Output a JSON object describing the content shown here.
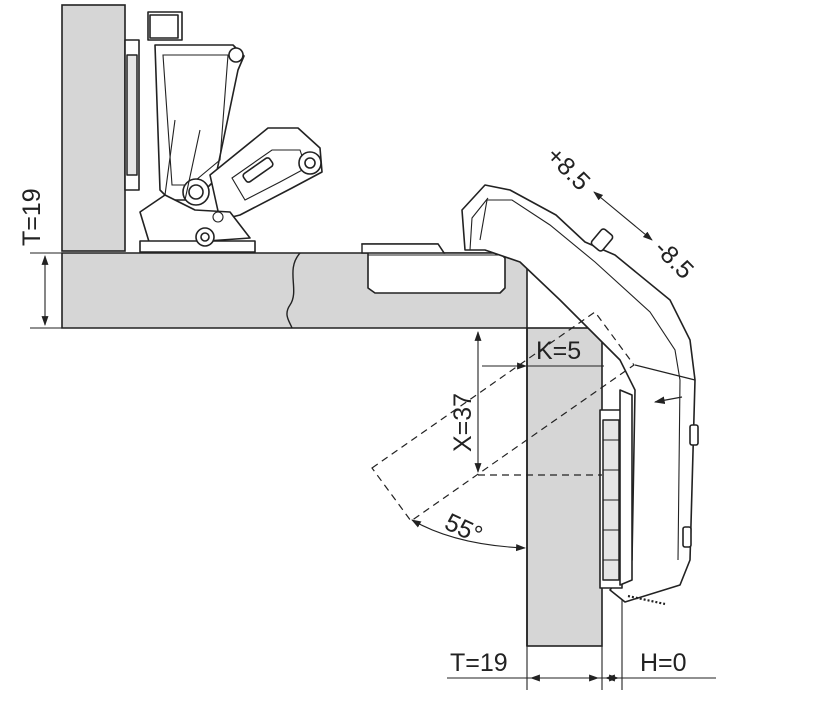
{
  "dimensions": {
    "t_top": "T=19",
    "k": "K=5",
    "x": "X=37",
    "angle": "55°",
    "adjust_plus": "+8.5",
    "adjust_minus": "-8.5",
    "t_bottom": "T=19",
    "h": "H=0"
  }
}
